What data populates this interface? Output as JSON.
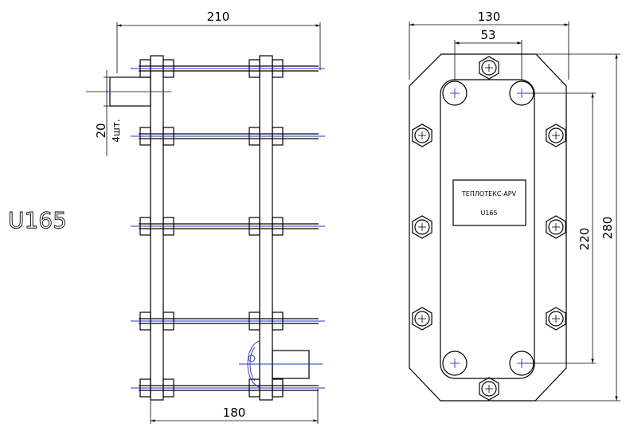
{
  "model_label": "U165",
  "side_view": {
    "dim_top": "210",
    "dim_bottom": "180",
    "dim_port": "20",
    "port_note": "4шт."
  },
  "front_view": {
    "dim_width": "130",
    "dim_port_spacing": "53",
    "dim_port_height": "220",
    "dim_height": "280",
    "nameplate_line1": "ТЕПЛОТЕКС-АРV",
    "nameplate_line2": "U165"
  },
  "colors": {
    "lines": "#000000",
    "centerlines": "#2233cc"
  }
}
